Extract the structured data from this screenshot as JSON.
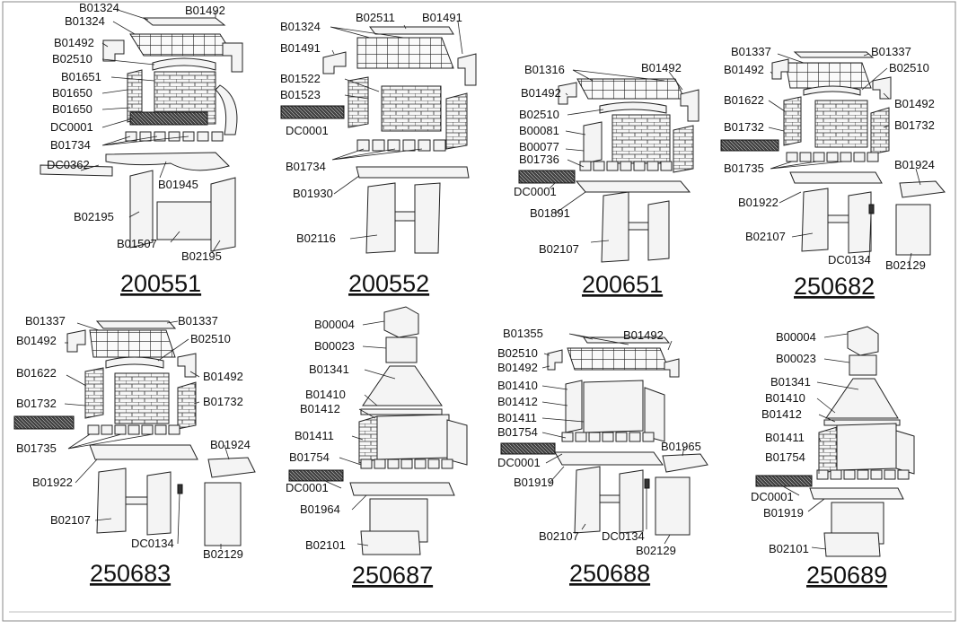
{
  "frame": {
    "border_color": "#888888",
    "ink_color": "#111111"
  },
  "diagrams": [
    {
      "model": "200551",
      "labels": [
        "B01324",
        "B01324",
        "B01492",
        "B01492",
        "B02510",
        "B01651",
        "B01650",
        "B01650",
        "DC0001",
        "B01734",
        "DC0362",
        "B01945",
        "B02195",
        "B01507",
        "B02195"
      ]
    },
    {
      "model": "200552",
      "labels": [
        "B01324",
        "B02511",
        "B01491",
        "B01491",
        "B01522",
        "B01523",
        "DC0001",
        "B01734",
        "B01930",
        "B02116"
      ]
    },
    {
      "model": "200651",
      "labels": [
        "B01316",
        "B01492",
        "B01492",
        "B02510",
        "B00081",
        "B00077",
        "B01736",
        "DC0001",
        "B01891",
        "B02107"
      ]
    },
    {
      "model": "250682",
      "labels": [
        "B01337",
        "B01337",
        "B01492",
        "B02510",
        "B01492",
        "B01622",
        "B01732",
        "B01732",
        "B01735",
        "B01924",
        "B01922",
        "B02107",
        "DC0134",
        "B02129"
      ]
    },
    {
      "model": "250683",
      "labels": [
        "B01337",
        "B01337",
        "B01492",
        "B02510",
        "B01622",
        "B01492",
        "B01732",
        "B01732",
        "B01735",
        "B01924",
        "B01922",
        "B02107",
        "DC0134",
        "B02129"
      ]
    },
    {
      "model": "250687",
      "labels": [
        "B00004",
        "B00023",
        "B01341",
        "B01410",
        "B01412",
        "B01411",
        "B01754",
        "DC0001",
        "B01964",
        "B02101"
      ]
    },
    {
      "model": "250688",
      "labels": [
        "B01355",
        "B01492",
        "B02510",
        "B01492",
        "B01410",
        "B01412",
        "B01411",
        "B01754",
        "DC0001",
        "B01965",
        "B01919",
        "B02107",
        "DC0134",
        "B02129"
      ]
    },
    {
      "model": "250689",
      "labels": [
        "B00004",
        "B00023",
        "B01341",
        "B01410",
        "B01412",
        "B01411",
        "B01754",
        "DC0001",
        "B01919",
        "B02101"
      ]
    }
  ]
}
